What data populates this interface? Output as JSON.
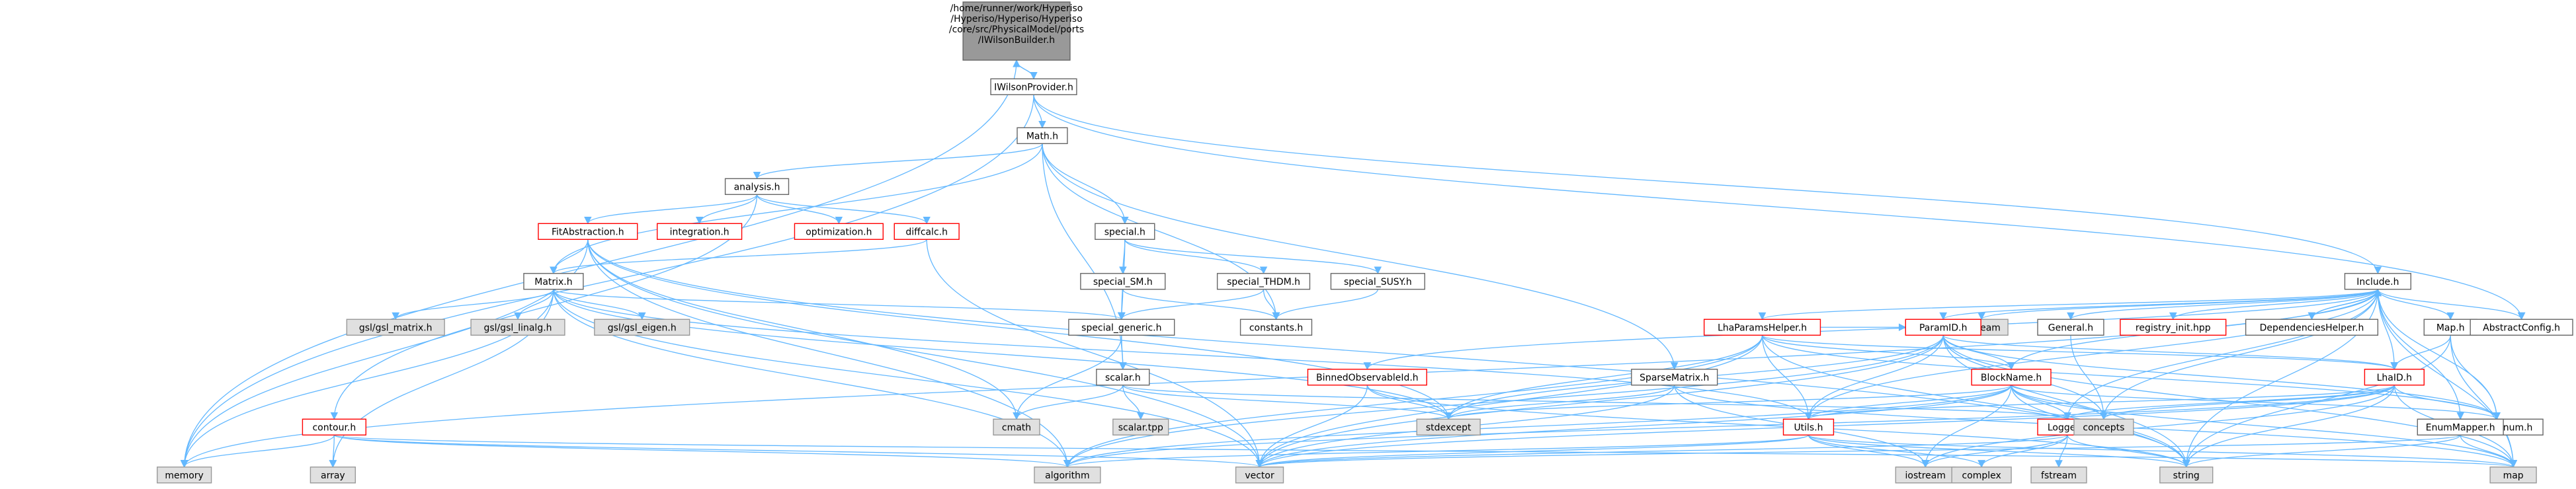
{
  "root": {
    "label_lines": [
      "/home/runner/work/Hyperiso",
      "/Hyperiso/Hyperiso/Hyperiso",
      "/core/src/PhysicalModel/ports",
      "/IWilsonBuilder.h"
    ]
  },
  "colors": {
    "root_fill": "#999999",
    "node_fill": "#ffffff",
    "node_border": "#666666",
    "ext_fill": "#e0e0e0",
    "ext_border": "#999999",
    "incomplete_border": "#ff0000",
    "incomplete_text": "#ff0000",
    "edge": "#63b8ff"
  },
  "nodes": {
    "iwilsonprovider": "IWilsonProvider.h",
    "math": "Math.h",
    "analysis": "analysis.h",
    "fitabstraction": "FitAbstraction.h",
    "integration": "integration.h",
    "optimization": "optimization.h",
    "diffcalc": "diffcalc.h",
    "special": "special.h",
    "special_sm": "special_SM.h",
    "special_thdm": "special_THDM.h",
    "special_susy": "special_SUSY.h",
    "special_generic": "special_generic.h",
    "constants": "constants.h",
    "matrix": "Matrix.h",
    "gsl_matrix": "gsl/gsl_matrix.h",
    "gsl_linalg": "gsl/gsl_linalg.h",
    "gsl_eigen": "gsl/gsl_eigen.h",
    "scalar": "scalar.h",
    "scalar_tpp": "scalar.tpp",
    "cmath": "cmath",
    "stdexcept": "stdexcept",
    "contour": "contour.h",
    "array": "array",
    "memory": "memory",
    "algorithm": "algorithm",
    "vector": "vector",
    "include": "Include.h",
    "lhaparamshelper": "LhaParamsHelper.h",
    "binnedobservableid": "BinnedObservableId.h",
    "sparsematrix": "SparseMatrix.h",
    "ostream": "ostream",
    "paramid": "ParamID.h",
    "blockname": "BlockName.h",
    "utils": "Utils.h",
    "logger": "Logger.h",
    "general": "General.h",
    "registry_init": "registry_init.hpp",
    "dependencieshelper": "DependenciesHelper.h",
    "mapn": "Map.h",
    "lhaid": "LhaID.h",
    "concepts": "concepts",
    "generalenum": "GeneralEnum.h",
    "abstractconfig": "AbstractConfig.h",
    "enummapper": "EnumMapper.h",
    "iostream": "iostream",
    "complex": "complex",
    "fstream": "fstream",
    "string": "string",
    "map": "map"
  }
}
